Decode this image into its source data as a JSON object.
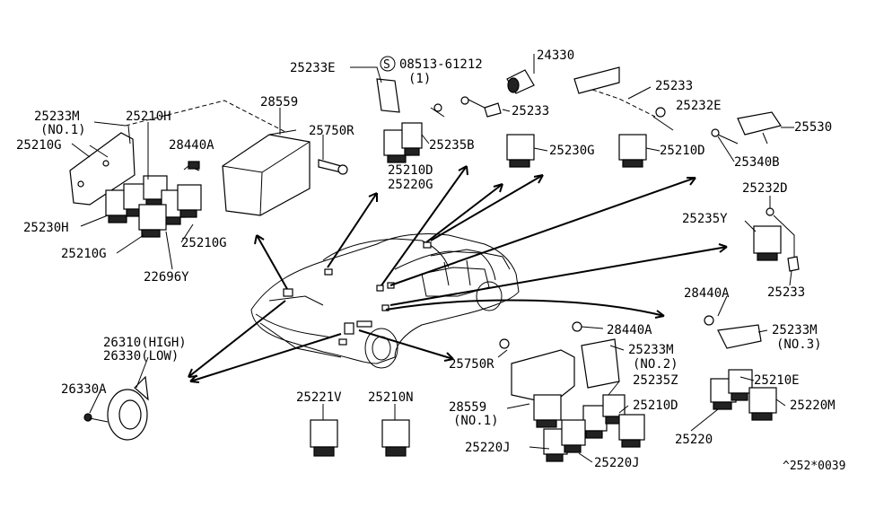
{
  "labels": {
    "l25233E": "25233E",
    "l08513": "08513-61212",
    "l08513_qty": "(1)",
    "l08513_circle": "S",
    "l24330": "24330",
    "l25233_top": "25233",
    "l25233_topright": "25233",
    "l25232E": "25232E",
    "l25530": "25530",
    "l25233M_no1": "25233M",
    "l25233M_no1_sub": "(NO.1)",
    "l25210H": "25210H",
    "l28559": "28559",
    "l25750R_top": "25750R",
    "l25235B": "25235B",
    "l25230G": "25230G",
    "l25210D_top": "25210D",
    "l25220G": "25220G",
    "l25210D_right": "25210D",
    "l25340B": "25340B",
    "l25210G_left": "25210G",
    "l28440A_left": "28440A",
    "l25232D": "25232D",
    "l25235Y": "25235Y",
    "l25230H": "25230H",
    "l25210G_bottom": "25210G",
    "l25210G_right": "25210G",
    "l22696Y": "22696Y",
    "l25233_right": "25233",
    "l28440A_right": "28440A",
    "l25233M_no3": "25233M",
    "l25233M_no3_sub": "(NO.3)",
    "l28440A_mid": "28440A",
    "l26310": "26310(HIGH)",
    "l26330": "26330(LOW)",
    "l26330A": "26330A",
    "l25233M_no2": "25233M",
    "l25233M_no2_sub": "(NO.2)",
    "l25750R_bottom": "25750R",
    "l25235Z": "25235Z",
    "l25221V": "25221V",
    "l25210N": "25210N",
    "l28559_no1": "28559",
    "l28559_no1_sub": "(NO.1)",
    "l25210D_bottom": "25210D",
    "l25210E": "25210E",
    "l25220M": "25220M",
    "l25220": "25220",
    "l25220J_left": "25220J",
    "l25220J_right": "25220J",
    "diagram_code": "^252*0039"
  }
}
